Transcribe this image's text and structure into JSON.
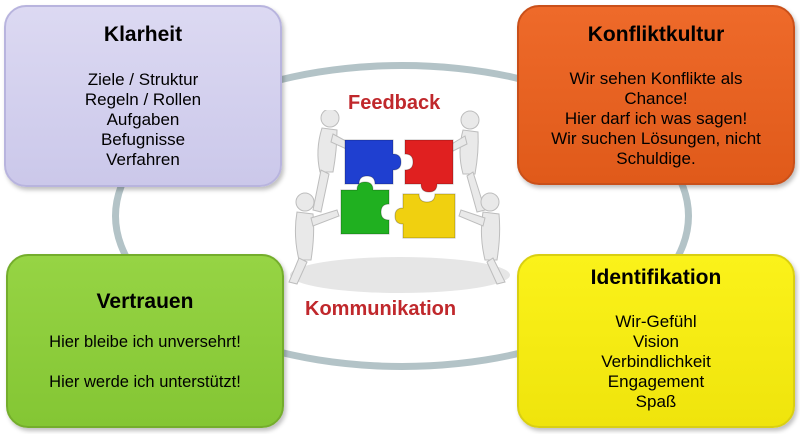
{
  "boxes": {
    "klarheit": {
      "title": "Klarheit",
      "lines": [
        "Ziele / Struktur",
        "Regeln / Rollen",
        "Aufgaben",
        "Befugnisse",
        "Verfahren"
      ],
      "color": "#cbc8ea"
    },
    "konfliktkultur": {
      "title": "Konfliktkultur",
      "lines": [
        "Wir sehen Konflikte als",
        "Chance!",
        "Hier darf ich was sagen!",
        "Wir suchen Lösungen, nicht",
        "Schuldige."
      ],
      "color": "#e05a1a"
    },
    "vertrauen": {
      "title": "Vertrauen",
      "lines": [
        "Hier bleibe ich unversehrt!",
        "Hier werde ich unterstützt!"
      ],
      "color": "#84c634"
    },
    "identifikation": {
      "title": "Identifikation",
      "lines": [
        "Wir-Gefühl",
        "Vision",
        "Verbindlichkeit",
        "Engagement",
        "Spaß"
      ],
      "color": "#efe40c"
    }
  },
  "center": {
    "top_label": "Feedback",
    "bottom_label": "Kommunikation",
    "label_color": "#c0282c",
    "ring_color": "#b3c3c7",
    "puzzle_colors": [
      "#1f3fd0",
      "#e02020",
      "#20b020",
      "#f0d010"
    ]
  }
}
